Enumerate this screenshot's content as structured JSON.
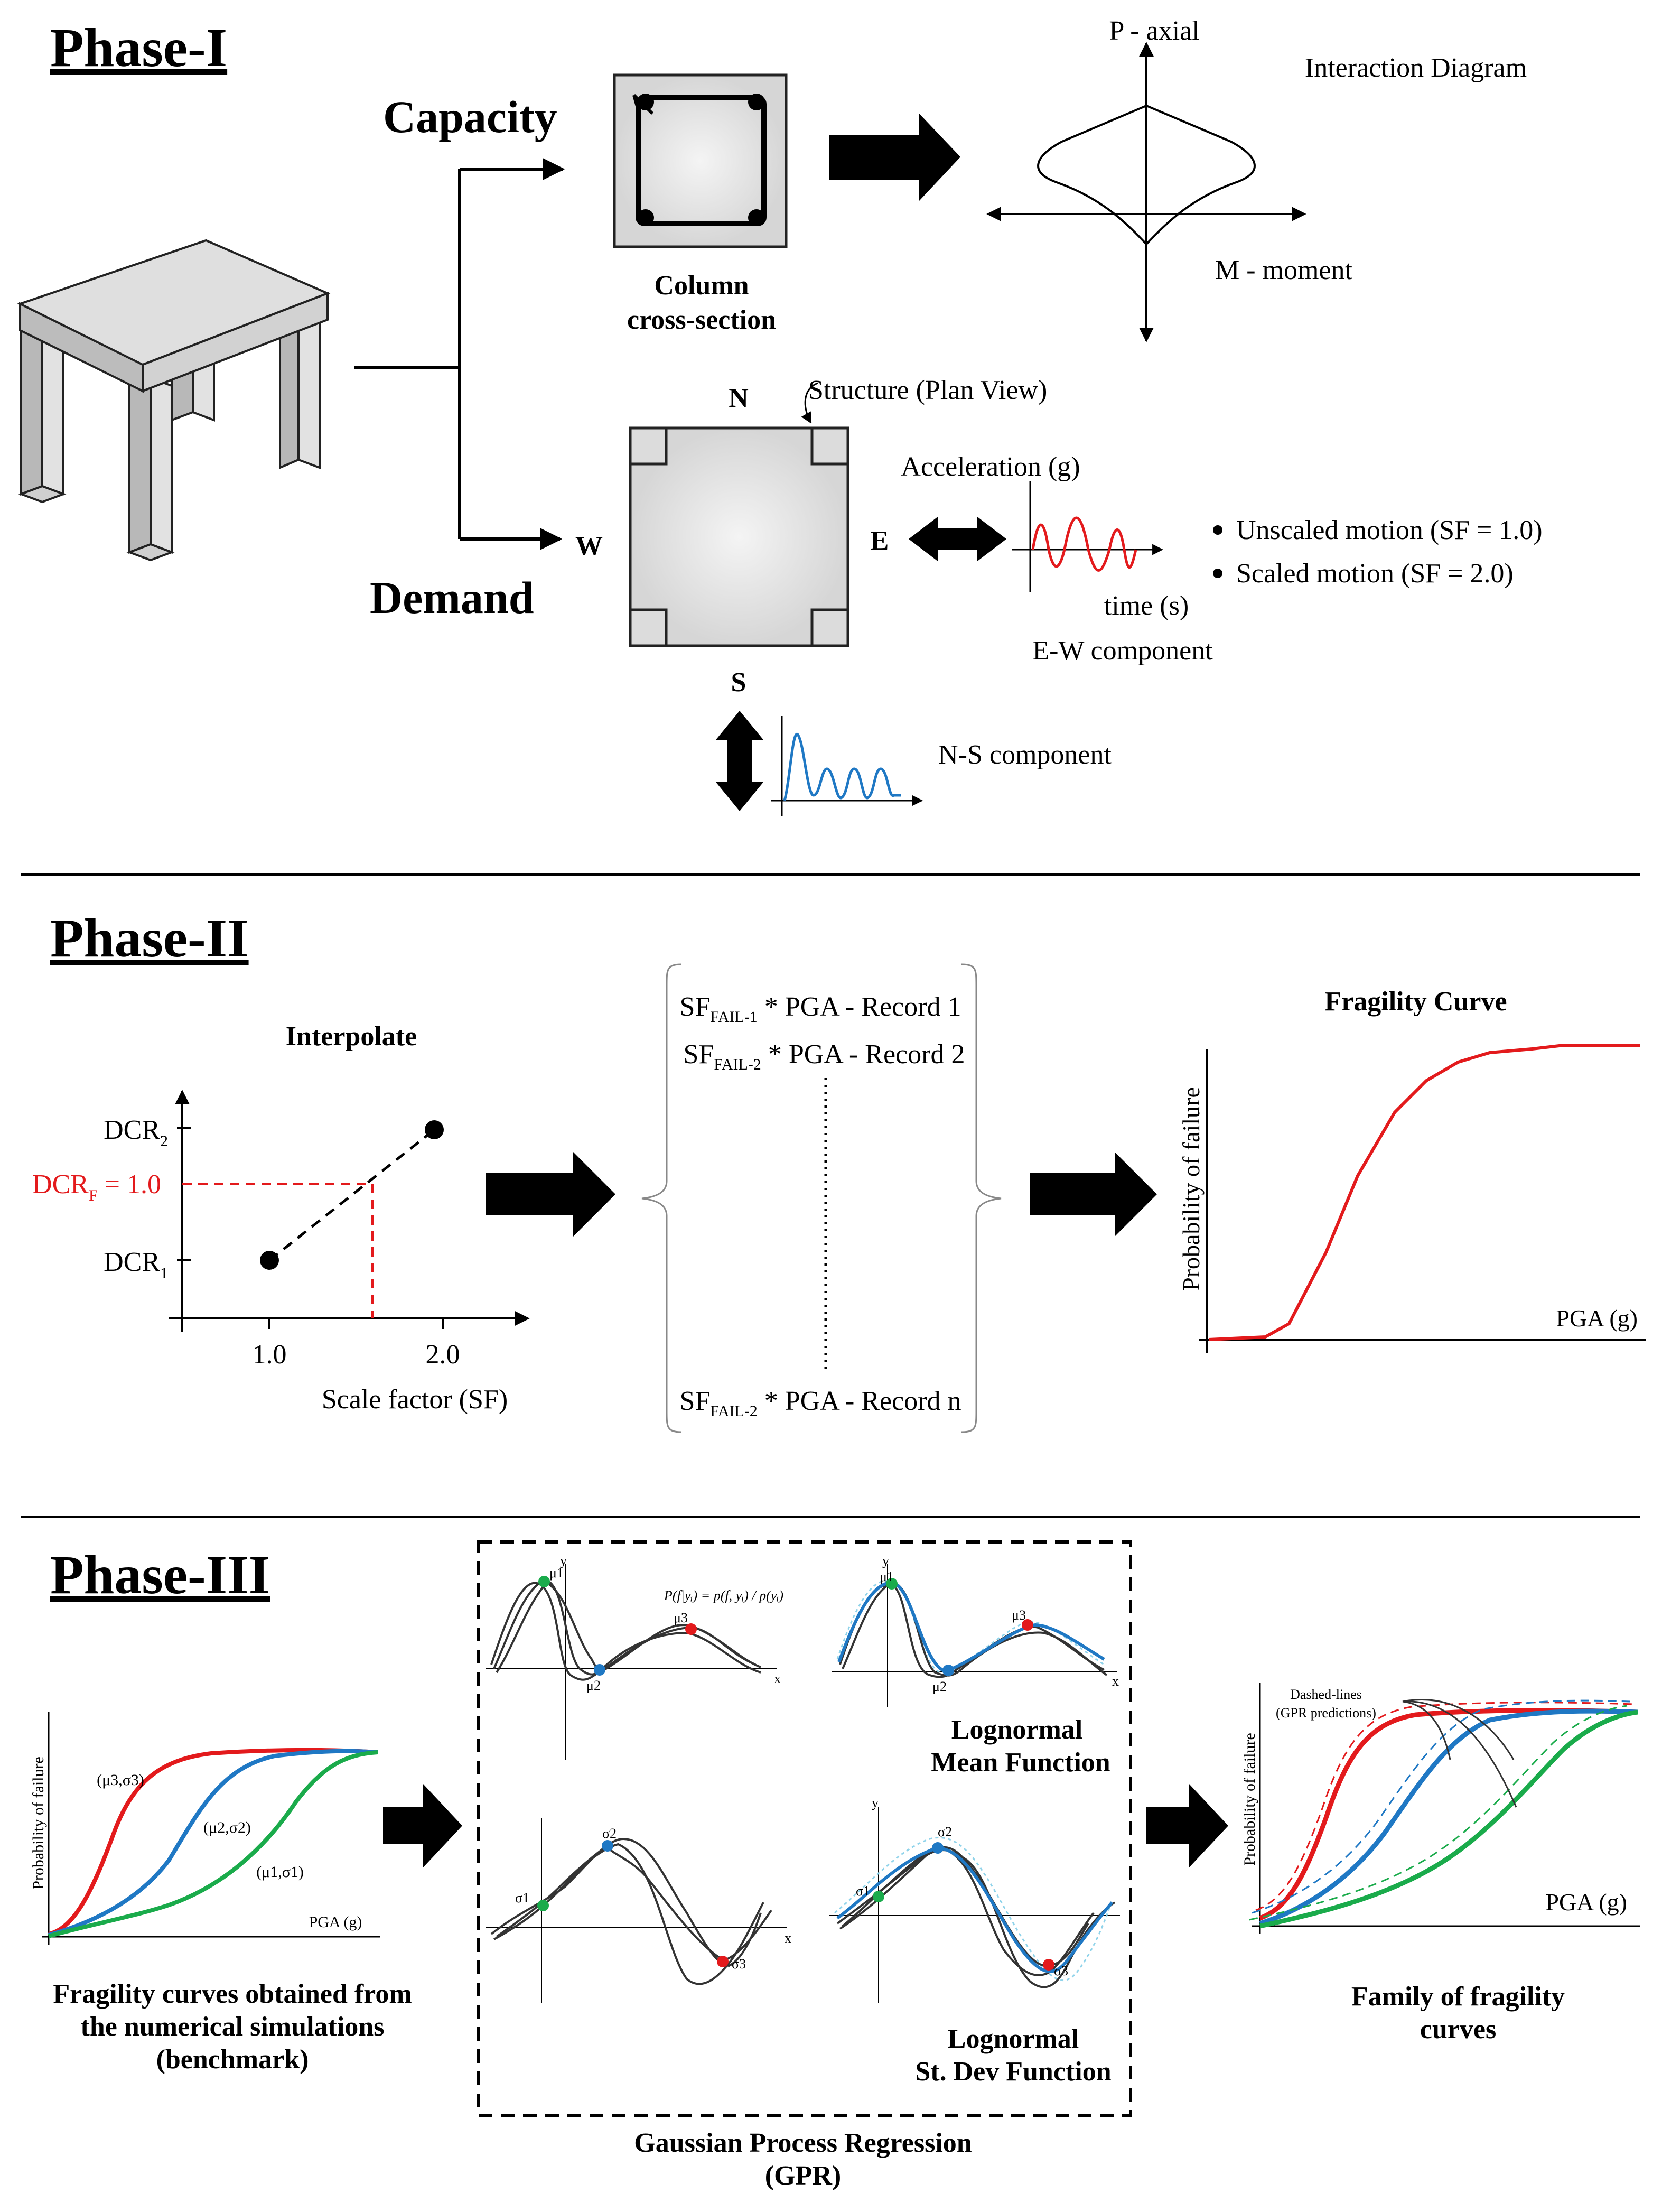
{
  "phase1": {
    "title": "Phase-I",
    "capacity": "Capacity",
    "demand": "Demand",
    "column_label_1": "Column",
    "column_label_2": "cross-section",
    "axis_p": "P - axial",
    "axis_m": "M - moment",
    "interaction_title": "Interaction Diagram",
    "compass": {
      "n": "N",
      "s": "S",
      "e": "E",
      "w": "W"
    },
    "plan_label": "Structure (Plan View)",
    "accel_label": "Acceleration (g)",
    "time_label": "time (s)",
    "ew_label": "E-W component",
    "ns_label": "N-S component",
    "bullets": [
      "Unscaled motion (SF = 1.0)",
      "Scaled motion (SF = 2.0)"
    ],
    "colors": {
      "ew_signal": "#e31a1c",
      "ns_signal": "#1f78c4"
    }
  },
  "phase2": {
    "title": "Phase-II",
    "interpolate_title": "Interpolate",
    "dcr2_base": "DCR",
    "dcr2_sub": "2",
    "dcrf_base": "DCR",
    "dcrf_sub": "F",
    "dcrf_tail": " = 1.0",
    "dcr1_base": "DCR",
    "dcr1_sub": "1",
    "xtick_1": "1.0",
    "xtick_2": "2.0",
    "xlabel": "Scale factor (SF)",
    "records": [
      {
        "pre": "SF",
        "sub": "FAIL-1",
        "post": " * PGA - Record 1"
      },
      {
        "pre": "SF",
        "sub": "FAIL-2",
        "post": " * PGA - Record 2"
      },
      {
        "pre": "SF",
        "sub": "FAIL-2",
        "post": " * PGA - Record n"
      }
    ],
    "fragility_title": "Fragility Curve",
    "fragility_ylabel": "Probability of failure",
    "fragility_xlabel": "PGA (g)",
    "colors": {
      "fragility": "#e31a1c",
      "dcr_f": "#e31a1c"
    }
  },
  "phase3": {
    "title": "Phase-III",
    "bench_ylabel": "Probability of failure",
    "bench_xlabel": "PGA (g)",
    "bench_series": [
      "(μ3,σ3)",
      "(μ2,σ2)",
      "(μ1,σ1)"
    ],
    "bench_caption": [
      "Fragility curves obtained from",
      "the numerical simulations",
      "(benchmark)"
    ],
    "gpr_caption": [
      "Gaussian Process Regression",
      "(GPR)"
    ],
    "mean_caption": [
      "Lognormal",
      "Mean Function"
    ],
    "std_caption": [
      "Lognormal",
      "St. Dev Function"
    ],
    "formula": "P(f|yᵢ) = p(f, yᵢ) / p(yᵢ)",
    "mu_labels": [
      "μ1",
      "μ2",
      "μ3"
    ],
    "sigma_labels": [
      "σ1",
      "σ2",
      "σ3"
    ],
    "axis_x": "x",
    "axis_y": "y",
    "family_ylabel": "Probability of failure",
    "family_xlabel": "PGA (g)",
    "dashed_note": [
      "Dashed-lines",
      "(GPR predictions)"
    ],
    "family_caption": [
      "Family of fragility",
      "curves"
    ],
    "colors": {
      "red": "#e31a1c",
      "blue": "#1f78c4",
      "green": "#1aab4b"
    }
  }
}
